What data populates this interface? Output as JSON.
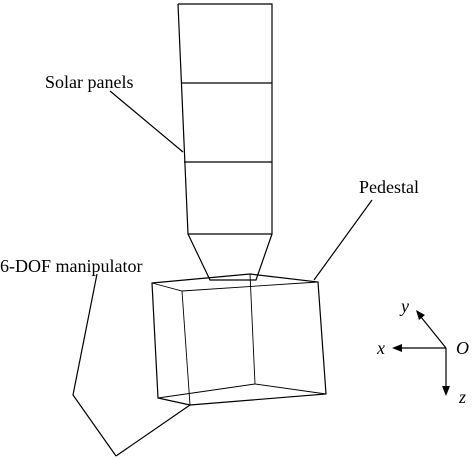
{
  "labels": {
    "solar_panels": "Solar panels",
    "pedestal": "Pedestal",
    "manipulator": "6-DOF manipulator"
  },
  "axes": {
    "x": "x",
    "y": "y",
    "z": "z",
    "origin": "O"
  }
}
